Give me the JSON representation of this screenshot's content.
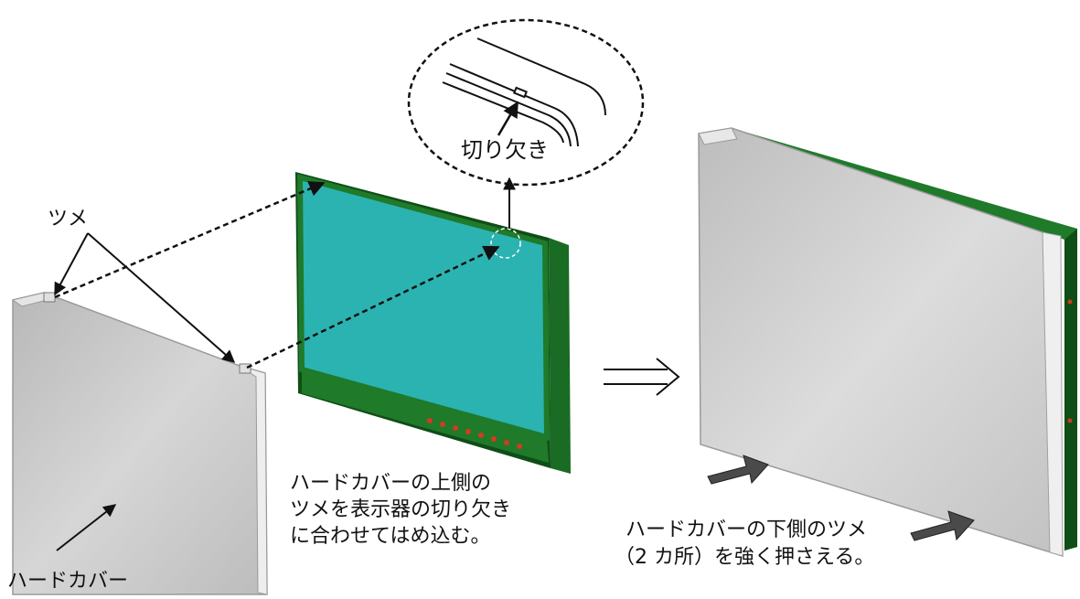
{
  "labels": {
    "tsume": "ツメ",
    "kirikaki": "切り欠き",
    "hard_cover": "ハードカバー",
    "step1_line1": "ハードカバーの上側の",
    "step1_line2": "ツメを表示器の切り欠き",
    "step1_line3": "に合わせてはめ込む。",
    "step2_line1": "ハードカバーの下側のツメ",
    "step2_line2": "（2 カ所）を強く押さえる。"
  },
  "colors": {
    "cover_fill": "#c9c9c9",
    "cover_edge": "#e8e8e8",
    "frame_green": "#1f7a2a",
    "frame_green_dark": "#0f4e17",
    "screen_teal": "#2bb3b1",
    "led_red": "#d23b1f",
    "line": "#111111",
    "push_arrow": "#4a4a4a"
  },
  "icons": {
    "transition": "double-right-arrow"
  }
}
